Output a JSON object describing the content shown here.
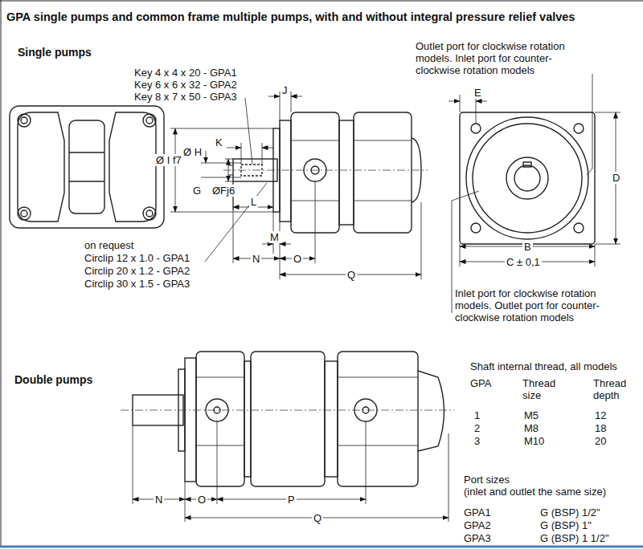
{
  "diagram": {
    "title": "GPA single pumps and common frame multiple pumps, with and without integral pressure relief valves",
    "labels": [
      "Single pumps",
      "Key 4 x 4 x 20 - GPA1",
      "Key 6 x 6 x 32 - GPA2",
      "Key 8 x 7 x 50 - GPA3",
      "J",
      "K",
      "Ø I f7",
      "Ø H",
      "G",
      "ØFj6",
      "L",
      "M",
      "N",
      "O",
      "Q",
      "on request",
      "Circlip 12 x 1.0 - GPA1",
      "Circlip 20 x 1.2 - GPA2",
      "Circlip 30 x 1.5 - GPA3",
      "Outlet port for clockwise rotation models. Inlet port for counter-clockwise rotation models",
      "E",
      "D",
      "B",
      "C ± 0,1",
      "Inlet port for clockwise rotation models. Outlet port for counter-clockwise rotation models",
      "Double pumps",
      "N",
      "O",
      "P",
      "Q",
      "Shaft internal thread, all models",
      "GPA",
      "Thread size",
      "Thread depth",
      "1",
      "M5",
      "12",
      "2",
      "M8",
      "18",
      "3",
      "M10",
      "20",
      "Port sizes",
      "(inlet and outlet the same size)",
      "GPA1",
      "G (BSP) 1/2\"",
      "GPA2",
      "G (BSP) 1\"",
      "GPA3",
      "G (BSP) 1 1/2\""
    ]
  }
}
